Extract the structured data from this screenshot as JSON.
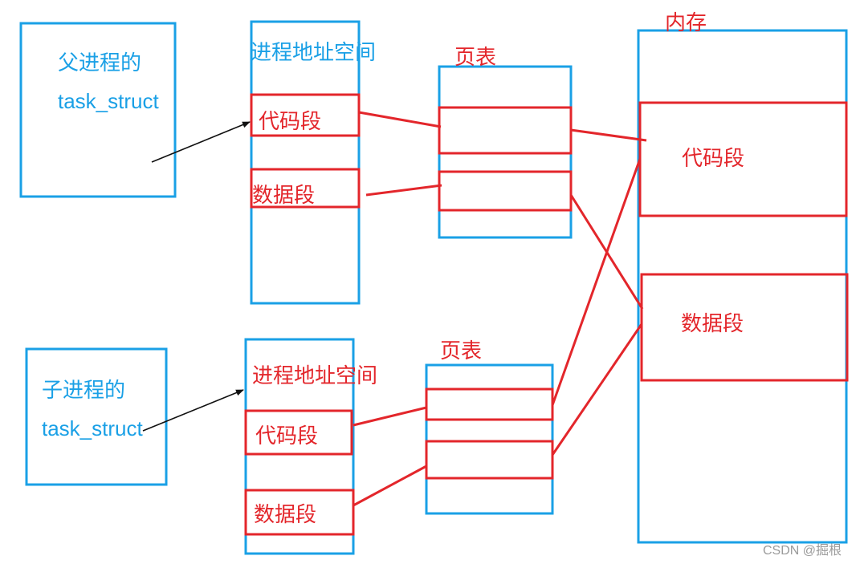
{
  "colors": {
    "blue": "#1aa0e6",
    "red": "#e3262b",
    "arrow": "#111111"
  },
  "parent": {
    "task_line1": "父进程的",
    "task_line2": "task_struct",
    "addr_space_label": "进程地址空间",
    "code_segment": "代码段",
    "data_segment": "数据段",
    "page_table_label": "页表"
  },
  "child": {
    "task_line1": "子进程的",
    "task_line2": "task_struct",
    "addr_space_label": "进程地址空间",
    "code_segment": "代码段",
    "data_segment": "数据段",
    "page_table_label": "页表"
  },
  "memory": {
    "label": "内存",
    "code_segment": "代码段",
    "data_segment": "数据段"
  },
  "watermark": "CSDN @掘根"
}
